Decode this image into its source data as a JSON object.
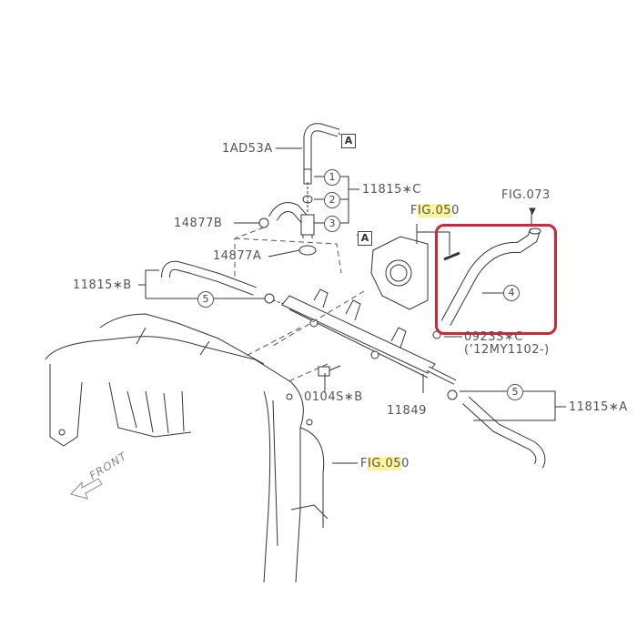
{
  "diagram": {
    "title": "Intake / PCV hose parts diagram",
    "highlight_color": "#fcf39a",
    "callout_color": "#d0263a",
    "labels": {
      "hose_1ad53a": "1AD53A",
      "part_11815c": "11815∗C",
      "part_14877b": "14877B",
      "part_14877a": "14877A",
      "part_11815b": "11815∗B",
      "part_0104sb": "0104S∗B",
      "part_11849": "11849",
      "part_0923sc": "0923S∗C",
      "part_0923sc_note": "(’12MY1102-)",
      "part_11815a": "11815∗A",
      "fig_073": "FIG.073",
      "fig_050_top_prefix": "F",
      "fig_050_top_hl": "IG.05",
      "fig_050_top_suffix": "0",
      "fig_050_bottom_prefix": "F",
      "fig_050_bottom_hl": "IG.05",
      "fig_050_bottom_suffix": "0",
      "front": "FRONT"
    },
    "ref_boxes": {
      "a_top": "A",
      "a_mid": "A"
    },
    "callouts": {
      "c1": "1",
      "c2": "2",
      "c3": "3",
      "c4": "4",
      "c5_left": "5",
      "c5_right": "5"
    }
  }
}
